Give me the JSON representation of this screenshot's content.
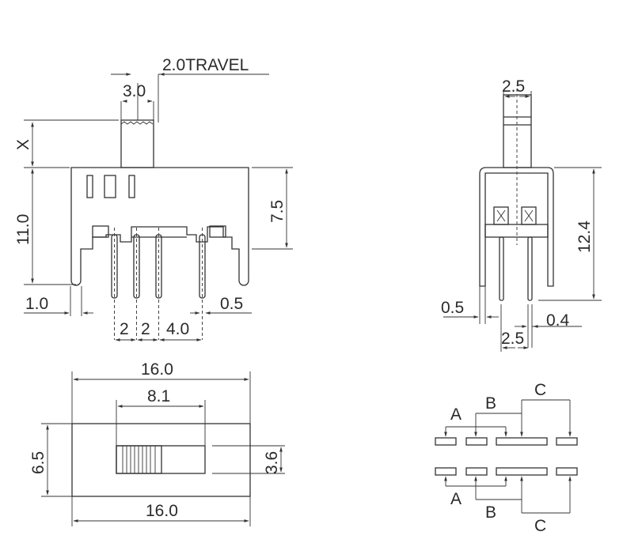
{
  "drawing": {
    "title": "Slide switch dimension drawing",
    "front_view": {
      "actuator_width": "3.0",
      "travel": "2.0TRAVEL",
      "actuator_height": "X",
      "body_height": "11.0",
      "body_top_to_base": "7.5",
      "leg_width": "1.0",
      "pin_width": "0.5",
      "pin_pitch_1": "2",
      "pin_pitch_2": "2",
      "pin_pitch_3": "4.0"
    },
    "side_view": {
      "actuator_width": "2.5",
      "height": "12.4",
      "frame_thickness": "0.5",
      "pin_thickness": "0.4",
      "pin_spacing": "2.5"
    },
    "top_view": {
      "overall_width_top": "16.0",
      "slot_length": "8.1",
      "body_depth": "6.5",
      "actuator_height": "3.6",
      "overall_width_bottom": "16.0"
    },
    "schematic": {
      "top_labels": [
        "A",
        "B",
        "C"
      ],
      "bottom_labels": [
        "A",
        "B",
        "C"
      ]
    }
  }
}
